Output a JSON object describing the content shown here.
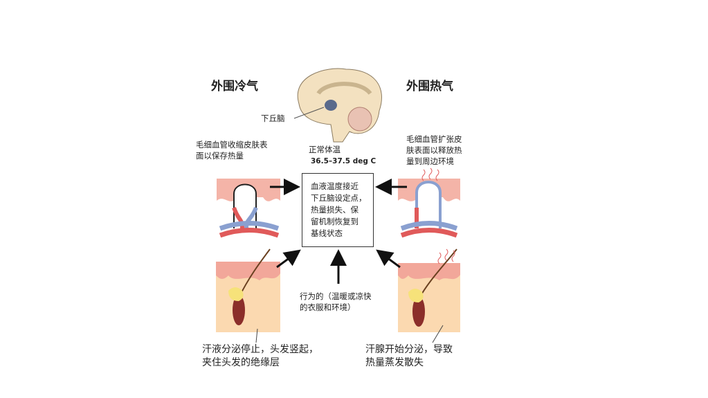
{
  "left_title": "外围冷气",
  "right_title": "外围热气",
  "hypothalamus_label": "下丘脑",
  "left_capillary": [
    "毛细血管收缩皮肤表",
    "面以保存热量"
  ],
  "right_capillary": [
    "毛细血管扩张皮",
    "肤表面以释放热",
    "量到周边环境"
  ],
  "normal_temp_label": "正常体温",
  "normal_temp_range": "36.5–37.5 deg C",
  "center_box": [
    "血液温度接近",
    "下丘脑设定点，",
    "热量损失、保",
    "留机制恢复到",
    "基线状态"
  ],
  "behavior": [
    "行为的（温暖或凉快",
    "的衣服和环境）"
  ],
  "left_caption": [
    "汗液分泌停止，头发竖起，",
    "夹住头发的绝缘层"
  ],
  "right_caption": [
    "汗腺开始分泌，导致",
    "热量蒸发散失"
  ]
}
